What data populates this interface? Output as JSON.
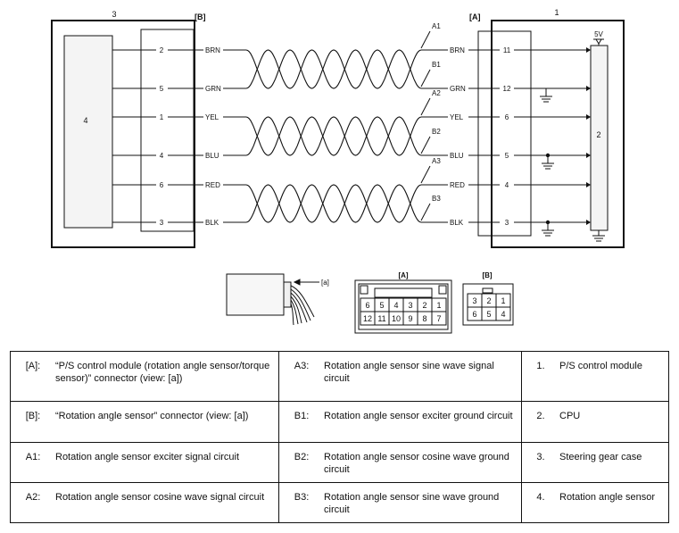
{
  "diagram": {
    "module_label": "1",
    "cpu_label": "2",
    "gear_case_label": "3",
    "sensor_label": "4",
    "conn_a_tag": "[A]",
    "conn_b_tag": "[B]",
    "supply": "5V",
    "view_tag": "[a]",
    "wires": [
      {
        "color": "BRN",
        "b_pin": "2",
        "a_pin": "11",
        "circuit": "A1"
      },
      {
        "color": "GRN",
        "b_pin": "5",
        "a_pin": "12",
        "circuit": "B1"
      },
      {
        "color": "YEL",
        "b_pin": "1",
        "a_pin": "6",
        "circuit": "A2"
      },
      {
        "color": "BLU",
        "b_pin": "4",
        "a_pin": "5",
        "circuit": "B2"
      },
      {
        "color": "RED",
        "b_pin": "6",
        "a_pin": "4",
        "circuit": "A3"
      },
      {
        "color": "BLK",
        "b_pin": "3",
        "a_pin": "3",
        "circuit": "B3"
      }
    ],
    "connector_a": {
      "tag": "[A]",
      "top_row": [
        "6",
        "5",
        "4",
        "3",
        "2",
        "1"
      ],
      "bottom_row": [
        "12",
        "11",
        "10",
        "9",
        "8",
        "7"
      ]
    },
    "connector_b": {
      "tag": "[B]",
      "top_row": [
        "3",
        "2",
        "1"
      ],
      "bottom_row": [
        "6",
        "5",
        "4"
      ]
    }
  },
  "legend": {
    "rows": [
      [
        {
          "key": "[A]:",
          "text": "“P/S control module (rotation angle sensor/torque sensor)” connector (view: [a])"
        },
        {
          "key": "A3:",
          "text": "Rotation angle sensor sine wave signal circuit"
        },
        {
          "key": "1.",
          "text": "P/S control module"
        }
      ],
      [
        {
          "key": "[B]:",
          "text": "“Rotation angle sensor” connector (view: [a])"
        },
        {
          "key": "B1:",
          "text": "Rotation angle sensor exciter ground circuit"
        },
        {
          "key": "2.",
          "text": "CPU"
        }
      ],
      [
        {
          "key": "A1:",
          "text": "Rotation angle sensor exciter signal circuit"
        },
        {
          "key": "B2:",
          "text": "Rotation angle sensor cosine wave ground circuit"
        },
        {
          "key": "3.",
          "text": "Steering gear case"
        }
      ],
      [
        {
          "key": "A2:",
          "text": "Rotation angle sensor cosine wave signal circuit"
        },
        {
          "key": "B3:",
          "text": "Rotation angle sensor sine wave ground circuit"
        },
        {
          "key": "4.",
          "text": "Rotation angle sensor"
        }
      ]
    ]
  }
}
